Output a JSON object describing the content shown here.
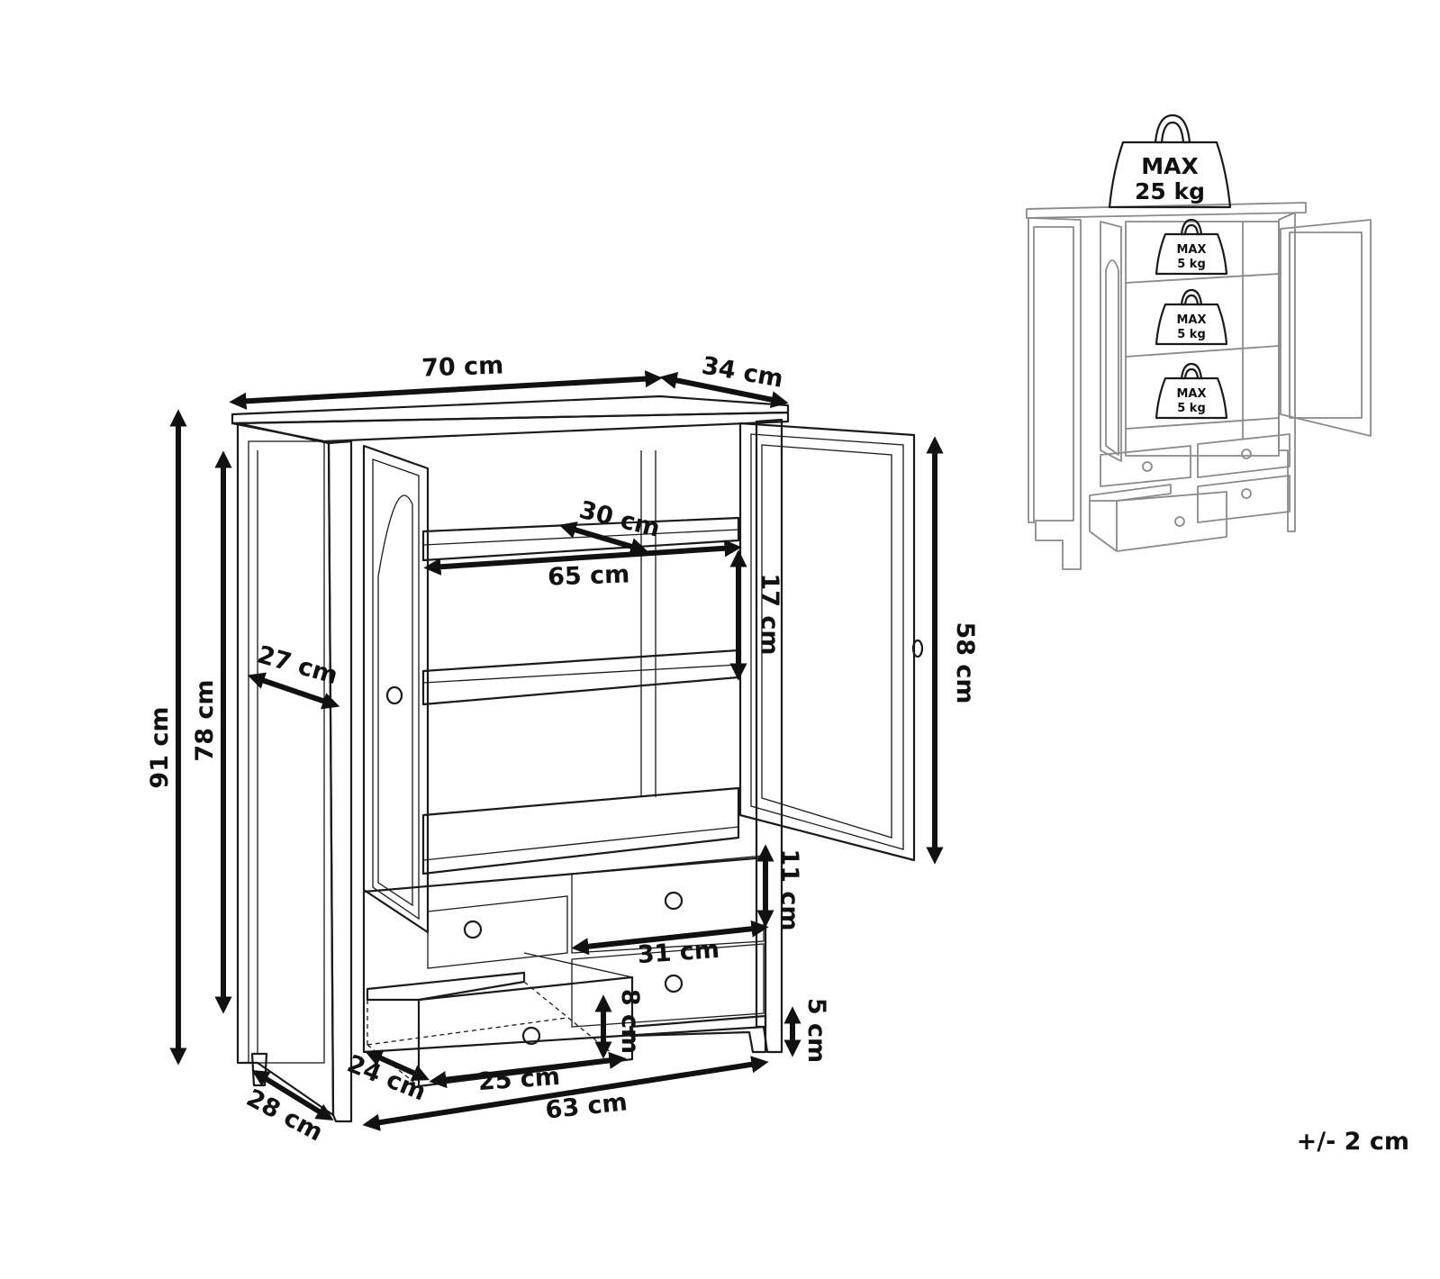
{
  "dimensions": {
    "width_total": "70 cm",
    "depth_total": "34 cm",
    "shelf_depth": "30 cm",
    "shelf_width": "65 cm",
    "shelf_spacing": "17 cm",
    "door_height": "58 cm",
    "side_depth": "27 cm",
    "body_height": "78 cm",
    "total_height": "91 cm",
    "drawer_height_upper": "11 cm",
    "drawer_width": "31 cm",
    "drawer_inner_height": "8 cm",
    "leg_height": "5 cm",
    "drawer_depth": "24 cm",
    "drawer_inner_width": "25 cm",
    "base_width": "63 cm",
    "base_depth": "28 cm"
  },
  "load": {
    "max_label": "MAX",
    "top_weight": "25 kg",
    "shelf_weight": "5 kg"
  },
  "tolerance": "+/- 2 cm"
}
